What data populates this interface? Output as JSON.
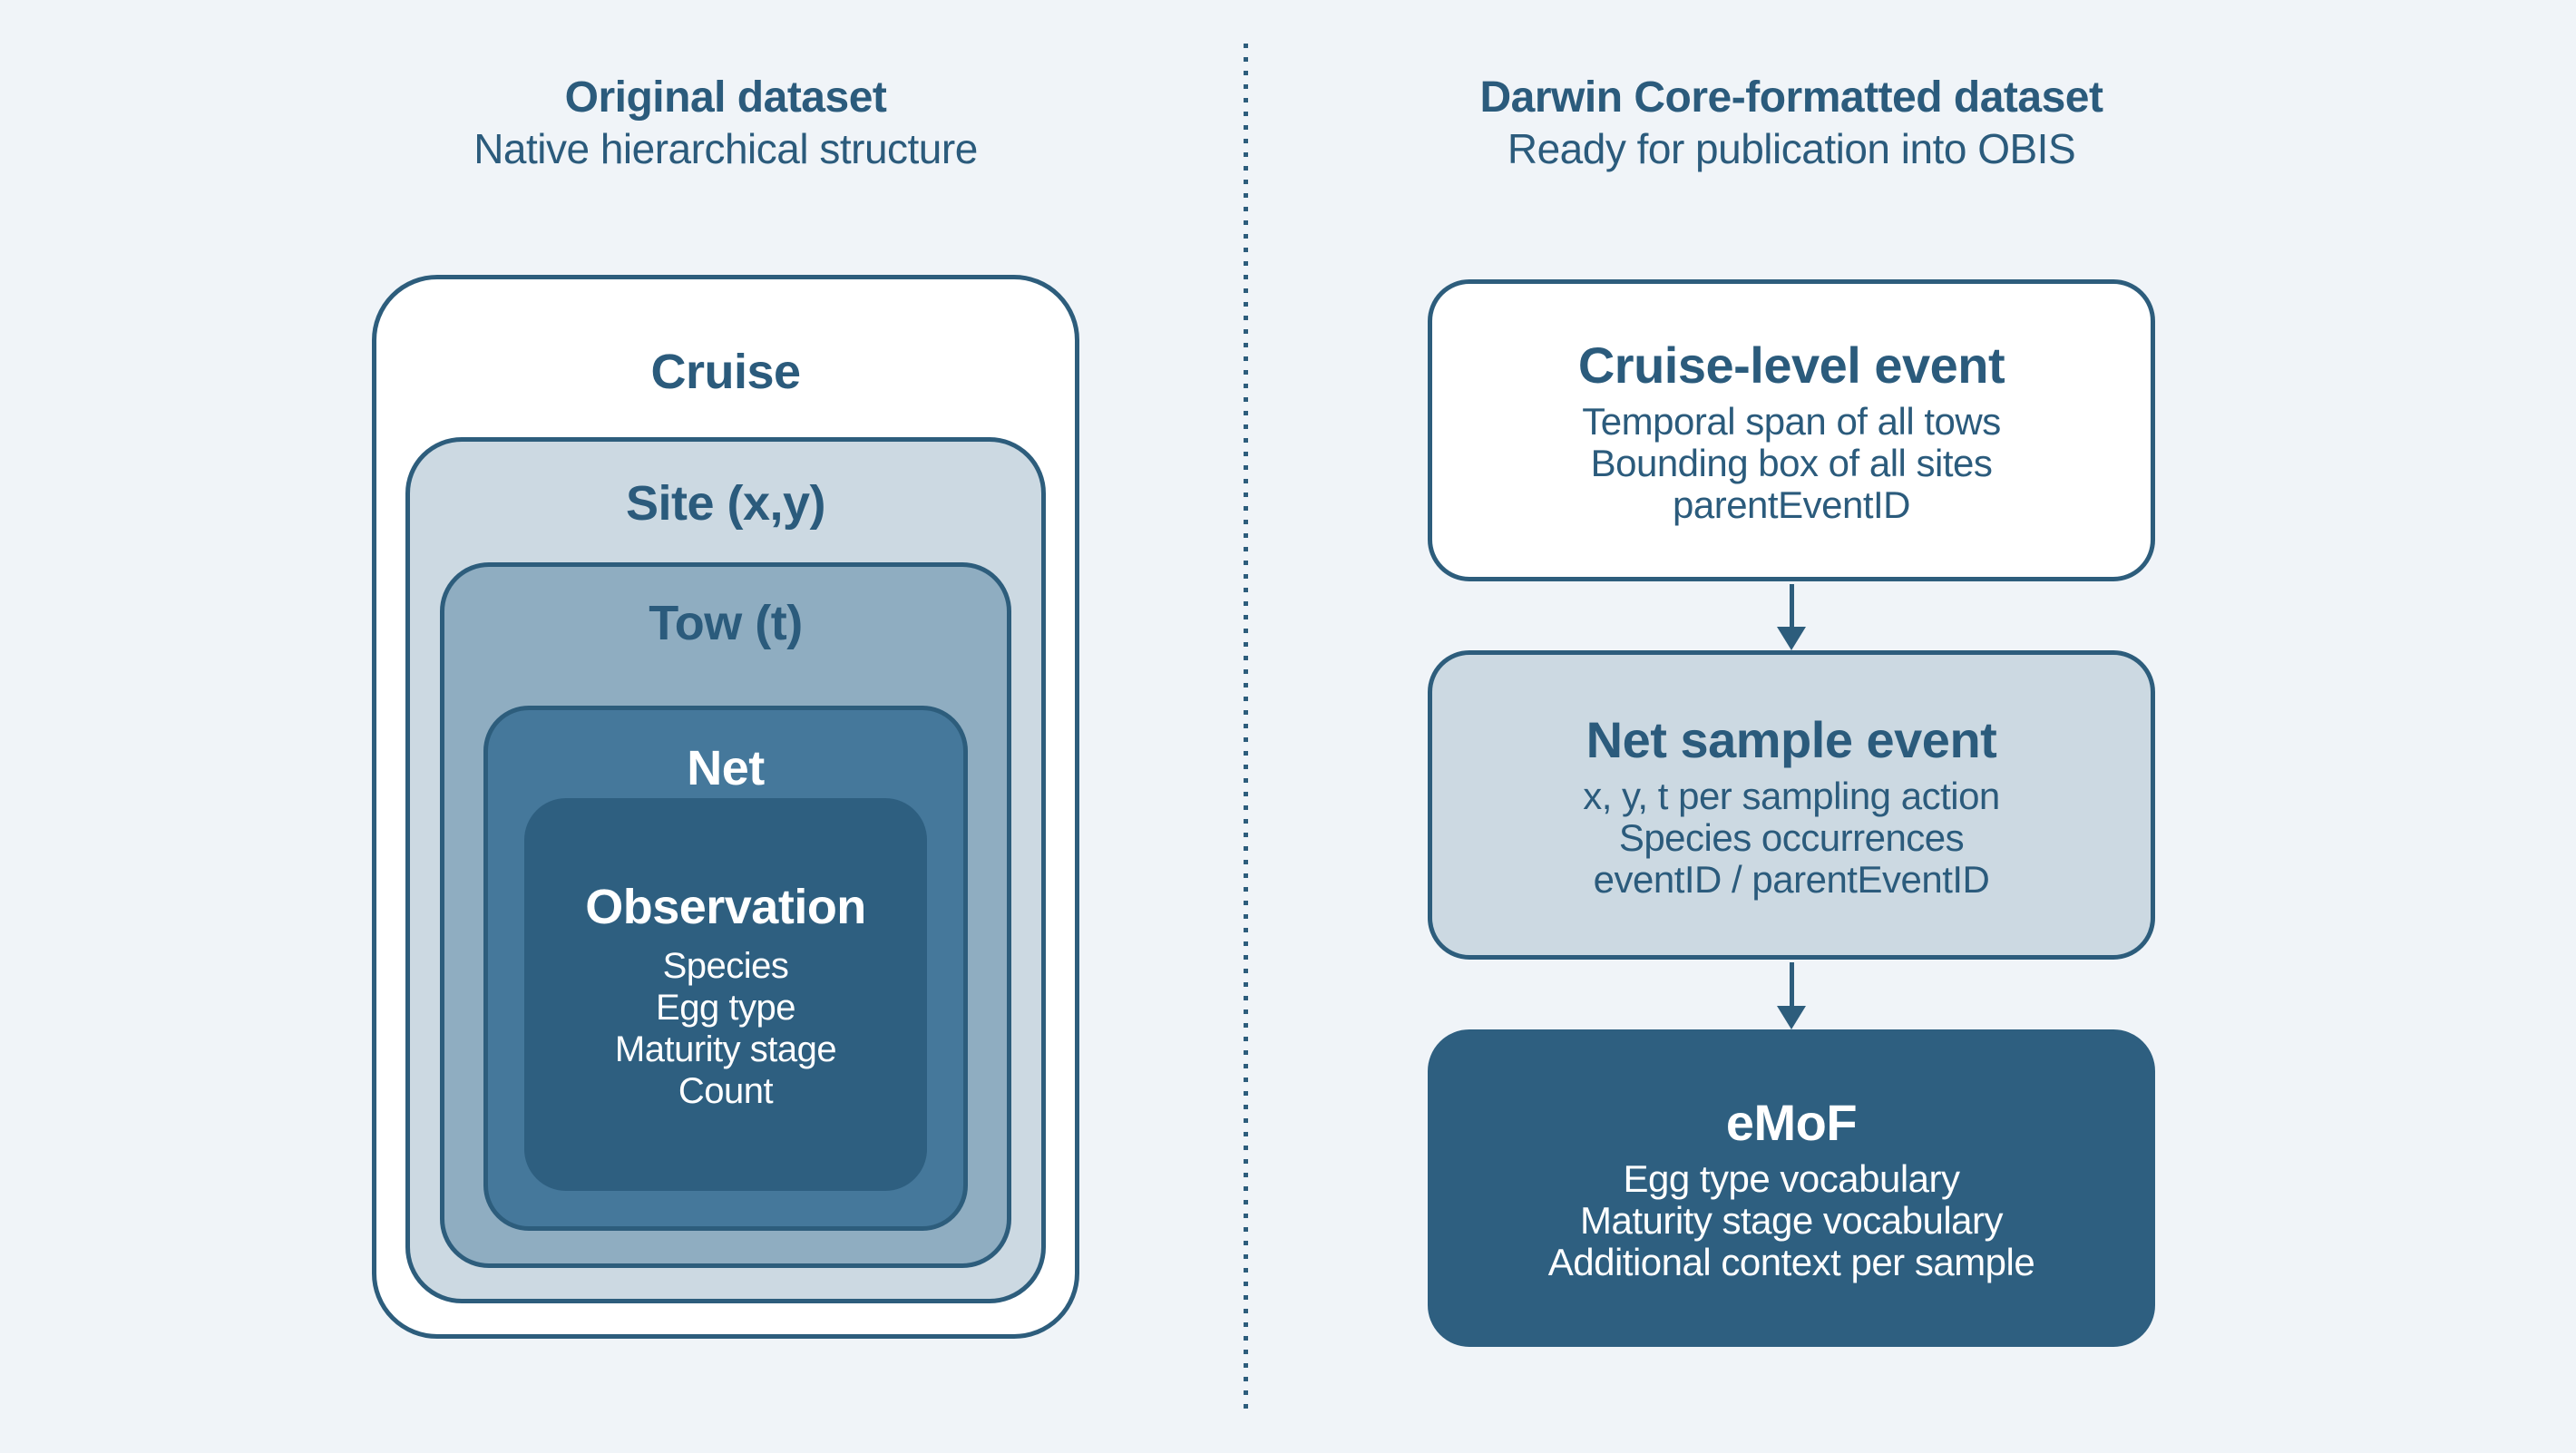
{
  "colors": {
    "background": "#f0f4f8",
    "ink": "#2b5b7c",
    "border": "#2d5d7c",
    "cruise_fill": "#ffffff",
    "site_fill": "#ccd9e2",
    "tow_fill": "#8fadc1",
    "net_fill": "#45789b",
    "observation_fill": "#2e5f80"
  },
  "left": {
    "title": "Original dataset",
    "subtitle": "Native hierarchical structure",
    "nested": [
      {
        "label": "Cruise"
      },
      {
        "label": "Site (x,y)"
      },
      {
        "label": "Tow (t)"
      },
      {
        "label": "Net"
      },
      {
        "label": "Observation",
        "details": [
          "Species",
          "Egg type",
          "Maturity stage",
          "Count"
        ]
      }
    ]
  },
  "right": {
    "title": "Darwin Core-formatted dataset",
    "subtitle": "Ready for publication into OBIS",
    "boxes": [
      {
        "title": "Cruise-level event",
        "lines": [
          "Temporal span of all tows",
          "Bounding box of all sites",
          "parentEventID"
        ]
      },
      {
        "title": "Net sample event",
        "lines": [
          "x, y, t per sampling action",
          "Species occurrences",
          "eventID / parentEventID"
        ]
      },
      {
        "title": "eMoF",
        "lines": [
          "Egg type vocabulary",
          "Maturity stage vocabulary",
          "Additional context per sample"
        ]
      }
    ]
  }
}
